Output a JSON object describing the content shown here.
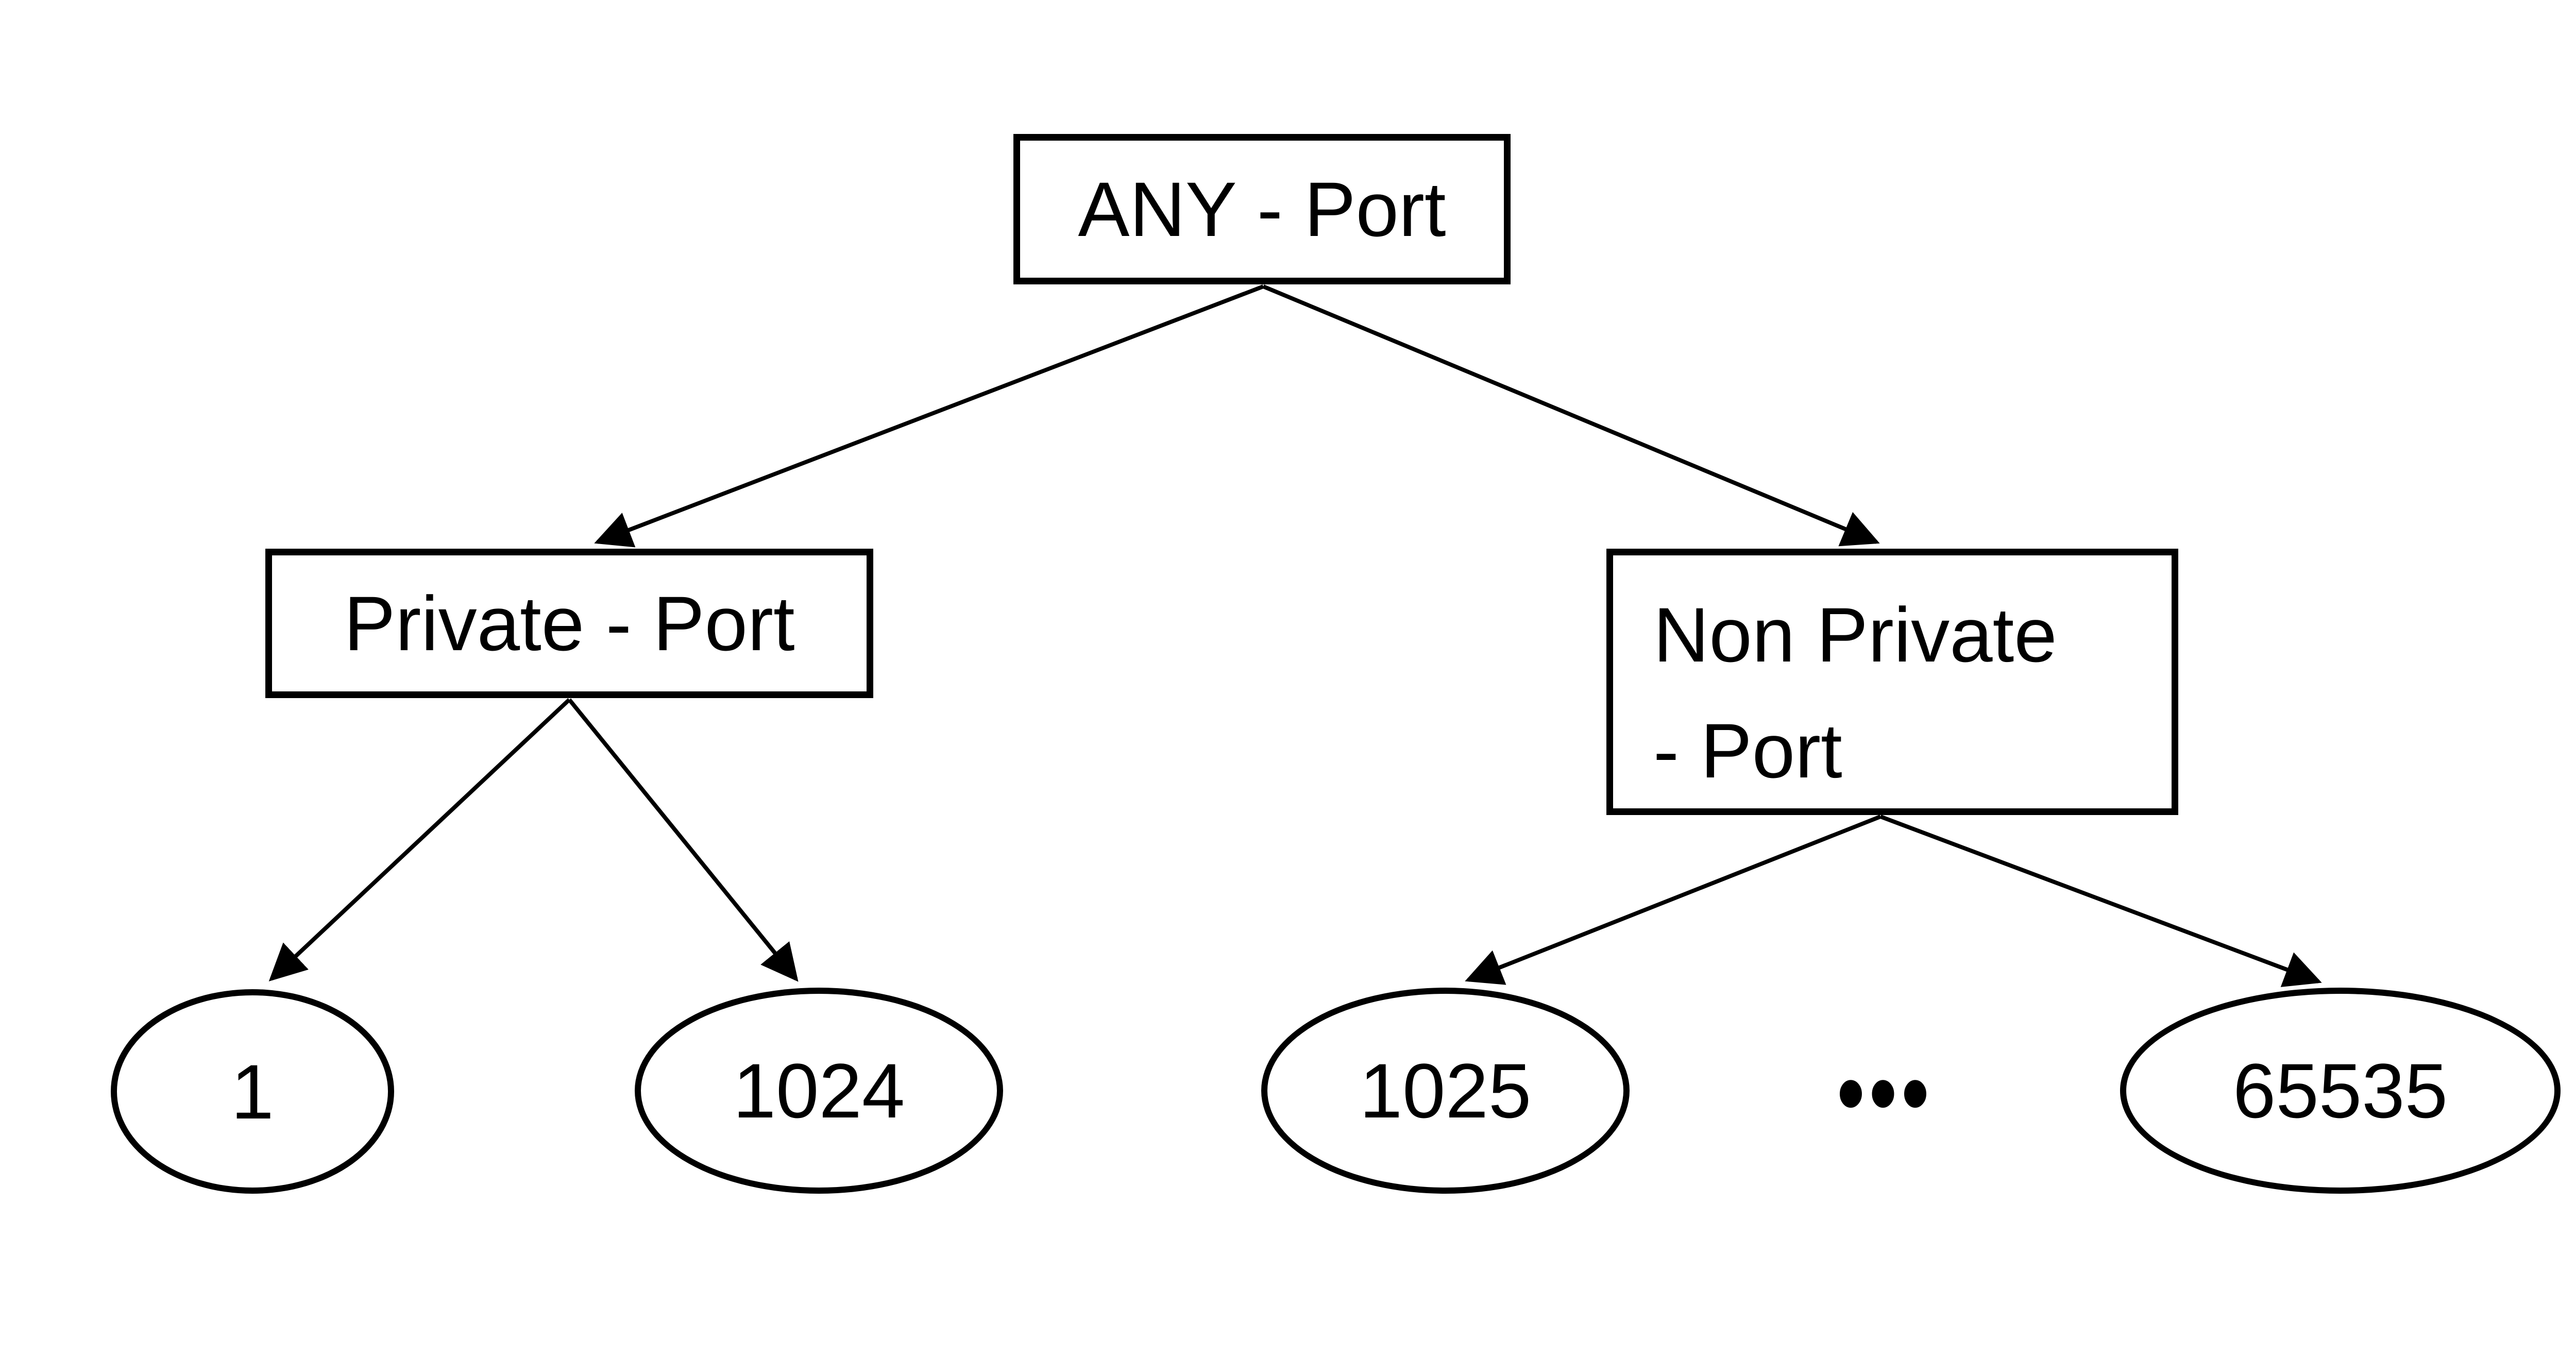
{
  "diagram": {
    "colors": {
      "stroke": "#000000",
      "background": "#ffffff"
    },
    "nodes": {
      "root": {
        "label": "ANY - Port",
        "shape": "rectangle"
      },
      "private": {
        "label": "Private - Port",
        "shape": "rectangle"
      },
      "non_private": {
        "line1": "Non Private",
        "line2": "- Port",
        "shape": "rectangle"
      },
      "leaf_1": {
        "label": "1",
        "shape": "ellipse"
      },
      "leaf_1024": {
        "label": "1024",
        "shape": "ellipse"
      },
      "leaf_1025": {
        "label": "1025",
        "shape": "ellipse"
      },
      "leaf_65535": {
        "label": "65535",
        "shape": "ellipse"
      },
      "ellipsis": {
        "label": "•••"
      }
    },
    "edges": [
      {
        "from": "ANY - Port",
        "to": "Private - Port"
      },
      {
        "from": "ANY - Port",
        "to": "Non Private - Port"
      },
      {
        "from": "Private - Port",
        "to": "1"
      },
      {
        "from": "Private - Port",
        "to": "1024"
      },
      {
        "from": "Non Private - Port",
        "to": "1025"
      },
      {
        "from": "Non Private - Port",
        "to": "65535"
      }
    ]
  }
}
